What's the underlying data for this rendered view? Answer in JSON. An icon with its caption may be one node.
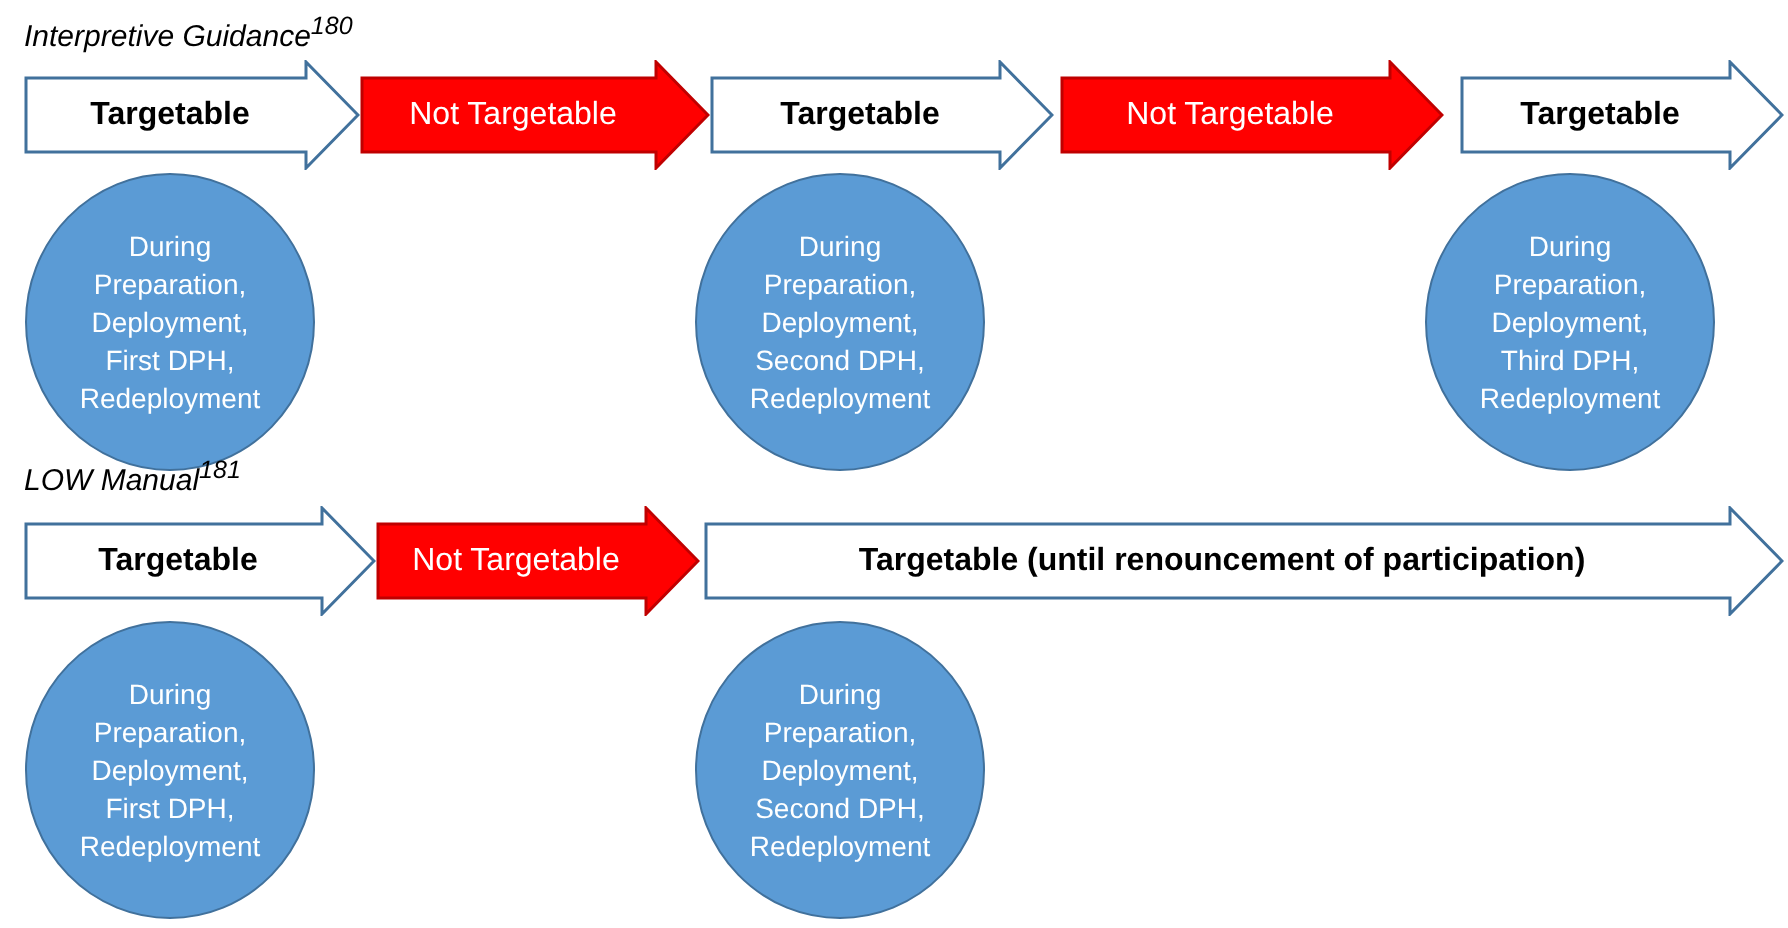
{
  "diagram": {
    "nodes": [
      {
        "text": [
          "Targetable"
        ]
      },
      {
        "text": [
          "Not Targetable"
        ]
      },
      {
        "text": [
          "Targetable"
        ]
      },
      {
        "text": [
          "Not Targetable"
        ]
      },
      {
        "text": [
          "Targetable"
        ]
      },
      {
        "text": [
          "During Preparation, Deployment, First DPH, Redeployment"
        ]
      },
      {
        "text": [
          "During Preparation, Deployment, Second DPH, Redeployment"
        ]
      },
      {
        "text": [
          "During Preparation, Deployment, Third DPH, Redeployment"
        ]
      },
      {
        "text": [
          "Targetable"
        ]
      },
      {
        "text": [
          "Not Targetable"
        ]
      },
      {
        "text": [
          "Targetable (until renouncement of participation)"
        ]
      },
      {
        "text": [
          "During Preparation, Deployment, First DPH, Redeployment"
        ]
      },
      {
        "text": [
          "During Preparation, Deployment, Second DPH, Redeployment"
        ]
      }
    ],
    "labels": [
      "Interpretive Guidance$^{180}$",
      "LOW Manual$^{181}$"
    ]
  }
}
